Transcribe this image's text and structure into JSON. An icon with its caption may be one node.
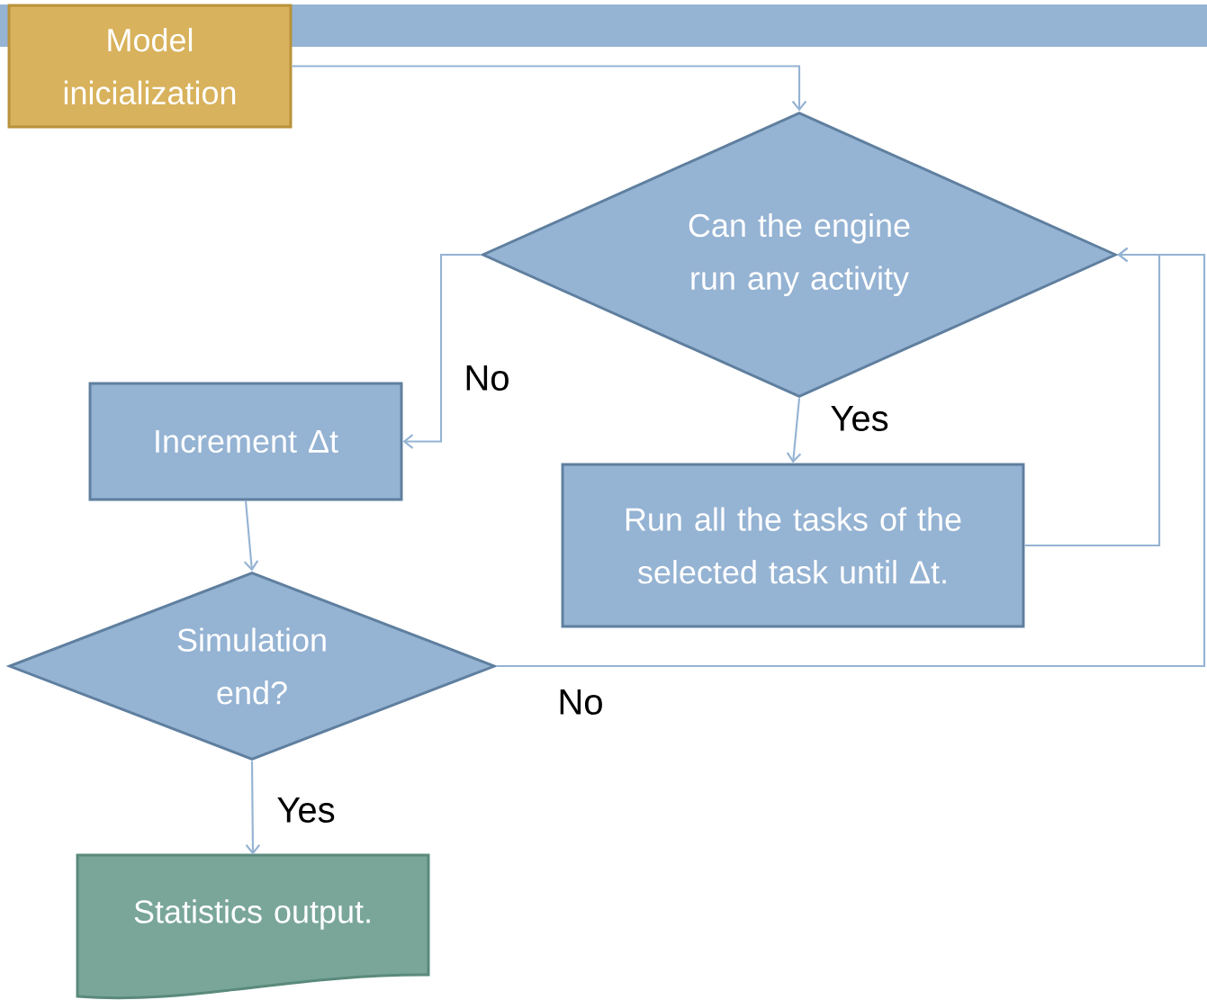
{
  "diagram": {
    "nodes": [
      {
        "text": [
          "Model inicialization"
        ]
      },
      {
        "text": [
          "Can the engine run any activity"
        ]
      },
      {
        "text": [
          "Increment Δt"
        ]
      },
      {
        "text": [
          "Run all the tasks of the selected task until Δt."
        ]
      },
      {
        "text": [
          "Simulation end?"
        ]
      },
      {
        "text": [
          "Statistics output."
        ]
      }
    ],
    "edges": [
      {
        "from": 0,
        "to": 1,
        "arrow": "to"
      },
      {
        "from": 1,
        "to": 2,
        "arrow": "to",
        "label": "No"
      },
      {
        "from": 1,
        "to": 3,
        "arrow": "to",
        "label": "Yes"
      },
      {
        "from": 3,
        "to": 1,
        "arrow": "to"
      },
      {
        "from": 2,
        "to": 4,
        "arrow": "to"
      },
      {
        "from": 4,
        "to": 1,
        "arrow": "to",
        "label": "No"
      },
      {
        "from": 4,
        "to": 5,
        "arrow": "to",
        "label": "Yes"
      }
    ]
  }
}
